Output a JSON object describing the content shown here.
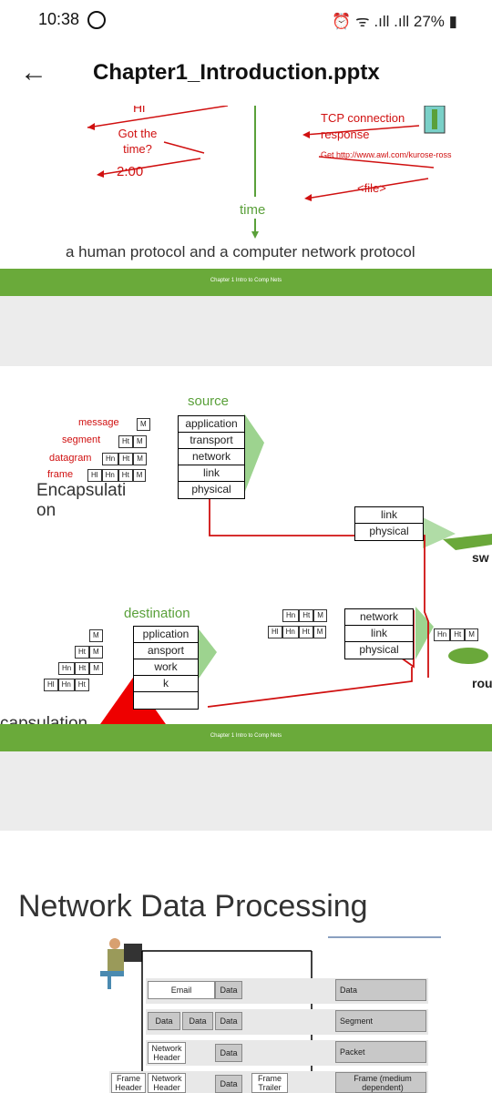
{
  "status": {
    "time": "10:38",
    "battery": "27%"
  },
  "app": {
    "title": "Chapter1_Introduction.pptx"
  },
  "slide1": {
    "hi": "Hi",
    "got_the_time": "Got the time?",
    "two_oclock": "2:00",
    "tcp_request": "TCP connection",
    "tcp_response": "response",
    "get_url": "Get http://www.awl.com/kurose-ross",
    "file": "<file>",
    "time_label": "time",
    "caption": "a human protocol and a computer network protocol",
    "footer": "Chapter 1 Intro to Comp Nets"
  },
  "slide2": {
    "source": "source",
    "destination": "destination",
    "encap": "Encapsulati",
    "encap2": "on",
    "decap": "capsulation",
    "labels": {
      "message": "message",
      "segment": "segment",
      "datagram": "datagram",
      "frame": "frame"
    },
    "layers": [
      "application",
      "transport",
      "network",
      "link",
      "physical"
    ],
    "dest_layers": [
      "pplication",
      "ansport",
      "work",
      "k",
      ""
    ],
    "switch_layers": [
      "link",
      "physical"
    ],
    "router_layers": [
      "network",
      "link",
      "physical"
    ],
    "sw": "sw",
    "rou": "rou",
    "footer": "Chapter 1 Intro to Comp Nets",
    "h_m": "M",
    "h_ht": "Ht",
    "h_hn": "Hn",
    "h_hl": "Hl"
  },
  "slide3": {
    "heading": "Network Data Processing",
    "email": "Email",
    "data": "Data",
    "segment": "Segment",
    "packet": "Packet",
    "network_header": "Network Header",
    "frame_header": "Frame Header",
    "frame_trailer": "Frame Trailer",
    "frame_md": "Frame (medium dependent)"
  }
}
